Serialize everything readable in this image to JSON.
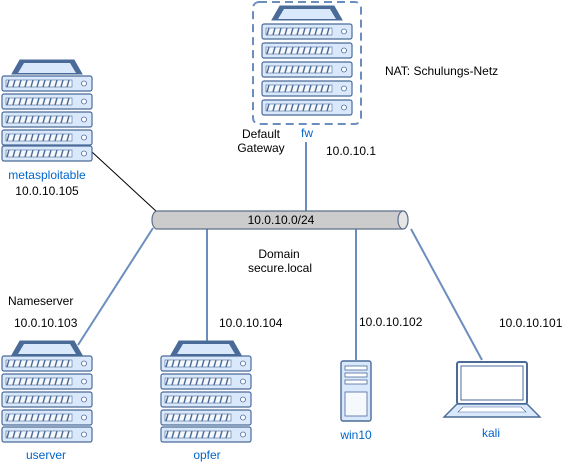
{
  "colors": {
    "link": "#6c8ebf",
    "label_link": "#0066cc",
    "server_fill": "#dae8fc",
    "server_dark": "#4a6b98",
    "bus_fill": "#cccccc",
    "bus_stroke": "#5d6f8a"
  },
  "network": {
    "bus_label": "10.0.10.0/24",
    "domain_line1": "Domain",
    "domain_line2": "secure.local"
  },
  "firewall": {
    "name": "fw",
    "nat_label": "NAT: Schulungs-Netz",
    "gateway_line1": "Default",
    "gateway_line2": "Gateway",
    "ip": "10.0.10.1",
    "icon": "server-rack-icon"
  },
  "nodes": {
    "metasploitable": {
      "name": "metasploitable",
      "ip": "10.0.10.105",
      "icon": "server-rack-icon"
    },
    "userver": {
      "name": "userver",
      "ip": "10.0.10.103",
      "role": "Nameserver",
      "icon": "server-rack-icon"
    },
    "opfer": {
      "name": "opfer",
      "ip": "10.0.10.104",
      "icon": "server-rack-icon"
    },
    "win10": {
      "name": "win10",
      "ip": "10.0.10.102",
      "icon": "tower-pc-icon"
    },
    "kali": {
      "name": "kali",
      "ip": "10.0.10.101",
      "icon": "laptop-icon"
    }
  }
}
